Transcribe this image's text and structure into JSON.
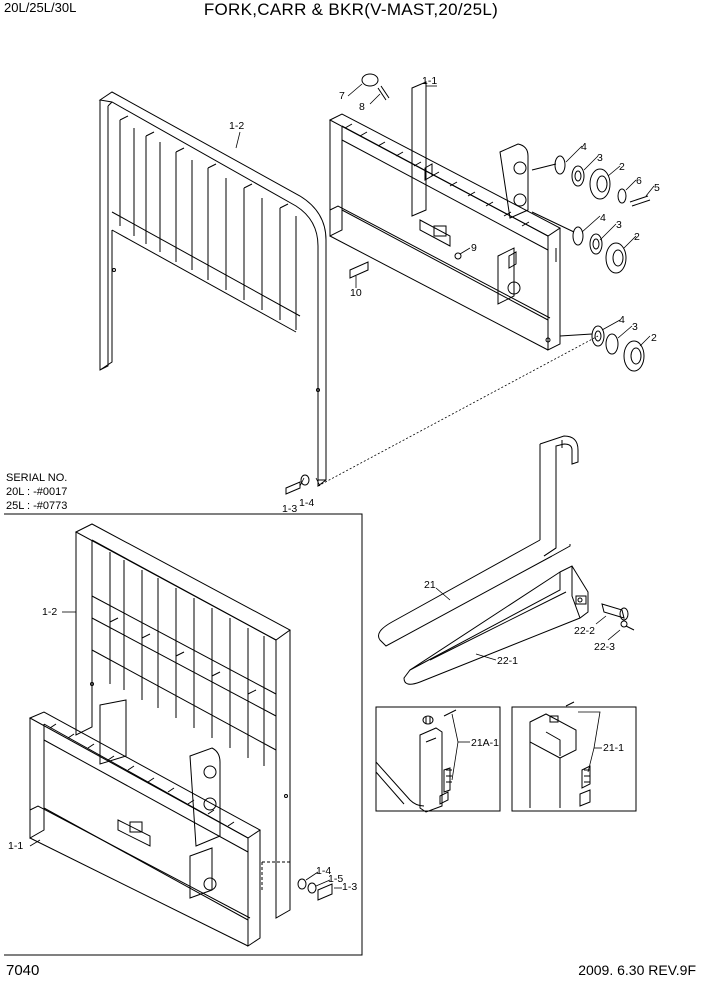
{
  "header": {
    "model": "20L/25L/30L",
    "title": "FORK,CARR & BKR(V-MAST,20/25L)"
  },
  "serial": {
    "heading": "SERIAL NO.",
    "lines": [
      "20L : -#0017",
      "25L : -#0773"
    ]
  },
  "footer": {
    "page_number": "7040",
    "revision": "2009. 6.30 REV.9F"
  },
  "callouts": {
    "c1_1_top": "1-1",
    "c1_2_top": "1-2",
    "c7": "7",
    "c8": "8",
    "c4a": "4",
    "c3a": "3",
    "c2a": "2",
    "c6": "6",
    "c5": "5",
    "c4b": "4",
    "c3b": "3",
    "c2b": "2",
    "c9": "9",
    "c10": "10",
    "c4c": "4",
    "c3c": "3",
    "c2c": "2",
    "c1_3_top": "1-3",
    "c1_4_top": "1-4",
    "c1_2_inset": "1-2",
    "c1_1_inset": "1-1",
    "c1_4_inset": "1-4",
    "c1_5_inset": "1-5",
    "c1_3_inset": "1-3",
    "c21": "21",
    "c22_2": "22-2",
    "c22_3": "22-3",
    "c22_1": "22-1",
    "c21a_1": "21A-1",
    "c21_1": "21-1"
  }
}
